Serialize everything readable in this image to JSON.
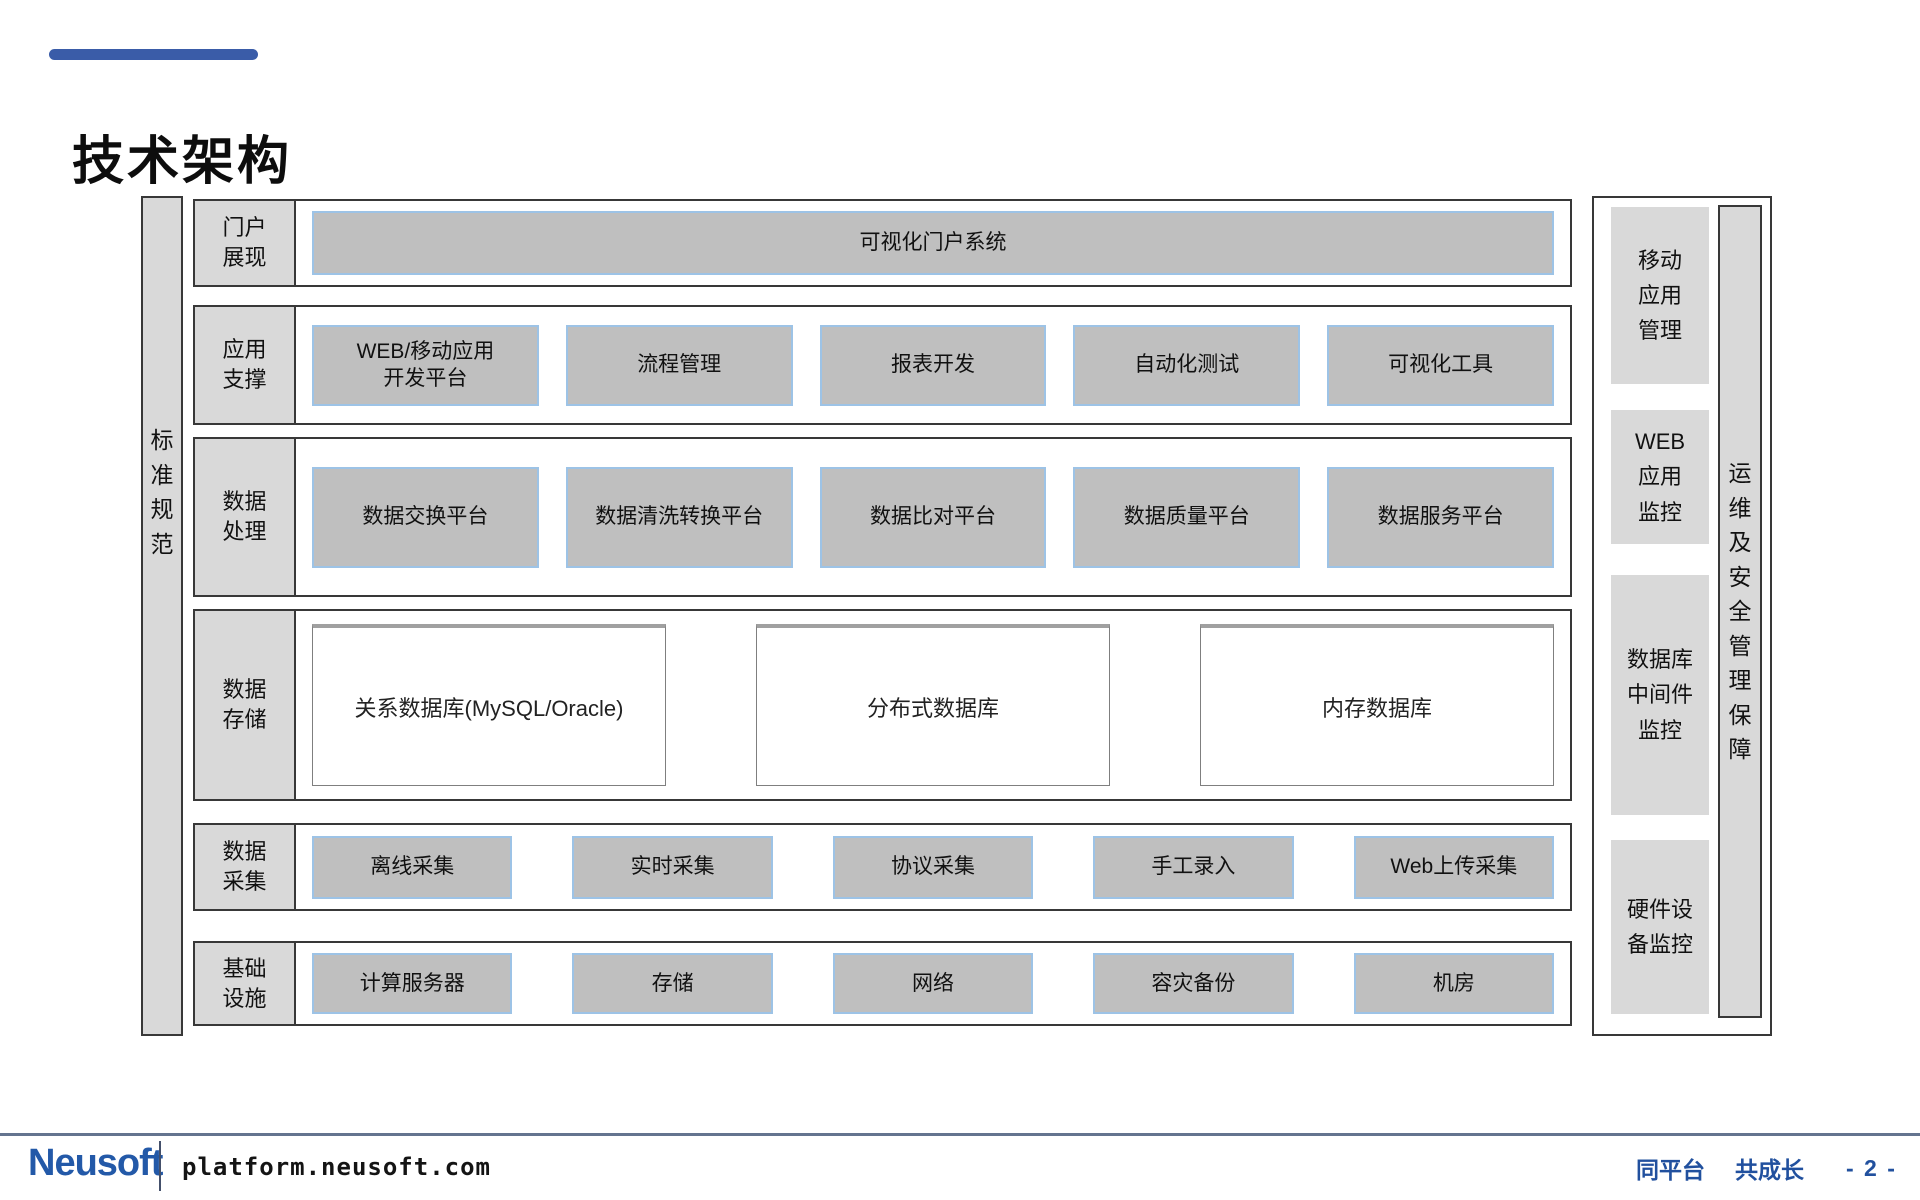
{
  "title": "技术架构",
  "left_bar_label": "标准规范",
  "rows": [
    {
      "label": "门户展现",
      "boxes": [
        "可视化门户系统"
      ]
    },
    {
      "label": "应用支撑",
      "boxes": [
        "WEB/移动应用\n开发平台",
        "流程管理",
        "报表开发",
        "自动化测试",
        "可视化工具"
      ]
    },
    {
      "label": "数据处理",
      "boxes": [
        "数据交换平台",
        "数据清洗转换平台",
        "数据比对平台",
        "数据质量平台",
        "数据服务平台"
      ]
    },
    {
      "label": "数据存储",
      "boxes": [
        "关系数据库(MySQL/Oracle)",
        "分布式数据库",
        "内存数据库"
      ]
    },
    {
      "label": "数据采集",
      "boxes": [
        "离线采集",
        "实时采集",
        "协议采集",
        "手工录入",
        "Web上传采集"
      ]
    },
    {
      "label": "基础设施",
      "boxes": [
        "计算服务器",
        "存储",
        "网络",
        "容灾备份",
        "机房"
      ]
    }
  ],
  "monitor_column": {
    "items": [
      "移动\n应用\n管理",
      "WEB\n应用\n监控",
      "数据库\n中间件\n监控",
      "硬件设\n备监控"
    ]
  },
  "right_bar_label": "运维及安全管理保障",
  "footer": {
    "logo": "Neusoft",
    "site": "platform.neusoft.com",
    "slogan_1": "同平台",
    "slogan_2": "共成长",
    "page_number": "- 2 -"
  },
  "colors": {
    "accent_blue": "#3a5ca8",
    "box_fill_gray": "#bfbfbf",
    "panel_fill_gray": "#d9d9d9",
    "box_border_blue": "#9dc3e6",
    "outline_dark": "#383838",
    "footer_blue": "#21509e"
  }
}
